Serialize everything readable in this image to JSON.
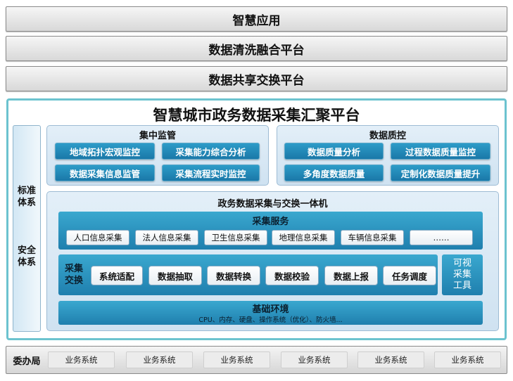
{
  "top_layers": [
    "智慧应用",
    "数据清洗融合平台",
    "数据共享交换平台"
  ],
  "platform_title": "智慧城市政务数据采集汇聚平台",
  "side": {
    "standard": [
      "标准",
      "体系"
    ],
    "security": [
      "安全",
      "体系"
    ]
  },
  "monitor": {
    "title": "集中监管",
    "items": [
      "地域拓扑宏观监控",
      "采集能力综合分析",
      "数据采集信息监管",
      "采集流程实时监控"
    ]
  },
  "quality": {
    "title": "数据质控",
    "items": [
      "数据质量分析",
      "过程数据质量监控",
      "多角度数据质量",
      "定制化数据质量提升"
    ]
  },
  "machine": {
    "title": "政务数据采集与交换一体机",
    "collect_service": {
      "title": "采集服务",
      "items": [
        "人口信息采集",
        "法人信息采集",
        "卫生信息采集",
        "地理信息采集",
        "车辆信息采集",
        "……"
      ]
    },
    "exchange": {
      "label": [
        "采集",
        "交换"
      ],
      "items": [
        "系统适配",
        "数据抽取",
        "数据转换",
        "数据校验",
        "数据上报",
        "任务调度"
      ]
    },
    "visual_tool": [
      "可视",
      "采集",
      "工具"
    ],
    "base_env": {
      "title": "基础环境",
      "subtitle": "CPU、内存、硬盘、操作系统（优化）、防火墙..."
    }
  },
  "bottom": {
    "label": "委办局",
    "systems": [
      "业务系统",
      "业务系统",
      "业务系统",
      "业务系统",
      "业务系统",
      "业务系统"
    ]
  }
}
